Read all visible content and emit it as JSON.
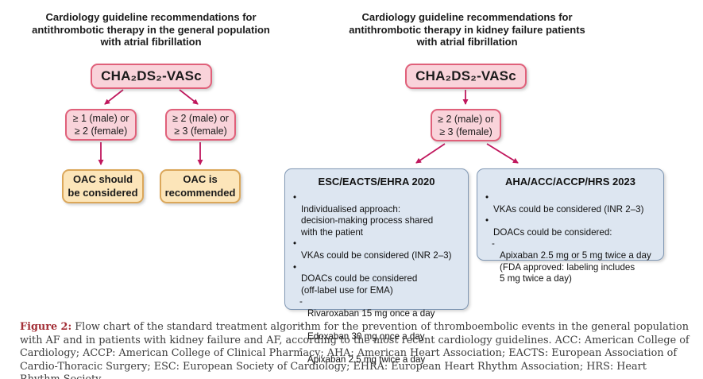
{
  "colors": {
    "arrow": "#c0175d",
    "pink_fill": "#f9d3da",
    "pink_border": "#e0607a",
    "orange_fill": "#fce5b9",
    "orange_border": "#dba75a",
    "blue_fill": "#dde6f1",
    "blue_border": "#8198b4",
    "figure_label": "#a32e36",
    "caption_text": "#3c3c3c",
    "title_text": "#1b1b1b"
  },
  "left_panel": {
    "title": "Cardiology guideline recommendations for\nantithrombotic therapy in the general population\nwith atrial fibrillation",
    "root_label": "CHA₂DS₂-VASc",
    "branches": [
      {
        "criteria": "≥ 1 (male) or\n≥ 2 (female)",
        "outcome": "OAC should\nbe considered"
      },
      {
        "criteria": "≥ 2 (male) or\n≥ 3 (female)",
        "outcome": "OAC is\nrecommended"
      }
    ]
  },
  "right_panel": {
    "title": "Cardiology guideline recommendations for\nantithrombotic therapy in kidney failure patients\nwith atrial fibrillation",
    "root_label": "CHA₂DS₂-VASc",
    "criteria": "≥ 2 (male) or\n≥ 3 (female)",
    "guidelines": [
      {
        "header": "ESC/EACTS/EHRA 2020",
        "items": [
          {
            "marker": "•",
            "text": "Individualised approach:\ndecision-making process shared\nwith the patient"
          },
          {
            "marker": "•",
            "text": "VKAs could be considered (INR 2–3)"
          },
          {
            "marker": "•",
            "text": "DOACs could be considered\n(off-label use for EMA)"
          },
          {
            "marker": "-",
            "text": "Rivaroxaban 15 mg once a day"
          },
          {
            "marker": "-",
            "text": "Edoxaban 30 mg once a day"
          },
          {
            "marker": "-",
            "text": "Apixaban 2.5 mg twice a day"
          }
        ]
      },
      {
        "header": "AHA/ACC/ACCP/HRS 2023",
        "items": [
          {
            "marker": "•",
            "text": "VKAs could be considered (INR 2–3)"
          },
          {
            "marker": "•",
            "text": "DOACs could be considered:"
          },
          {
            "marker": "-",
            "text": "Apixaban 2.5 mg or 5 mg twice a day\n(FDA approved: labeling includes\n5 mg twice a day)"
          }
        ]
      }
    ]
  },
  "caption": {
    "label": "Figure 2:",
    "text": " Flow chart of the standard treatment algorithm for the prevention of thromboembolic events in the general population with AF and in patients with kidney failure and AF, according to the most recent cardiology guidelines. ACC: American College of Cardiology; ACCP: American College of Clinical Pharmacy; AHA: American Heart Association; EACTS: European Association of Cardio-Thoracic Surgery; ESC: European Society of Cardiology; EHRA: European Heart Rhythm Association; HRS: Heart Rhythm Society."
  }
}
